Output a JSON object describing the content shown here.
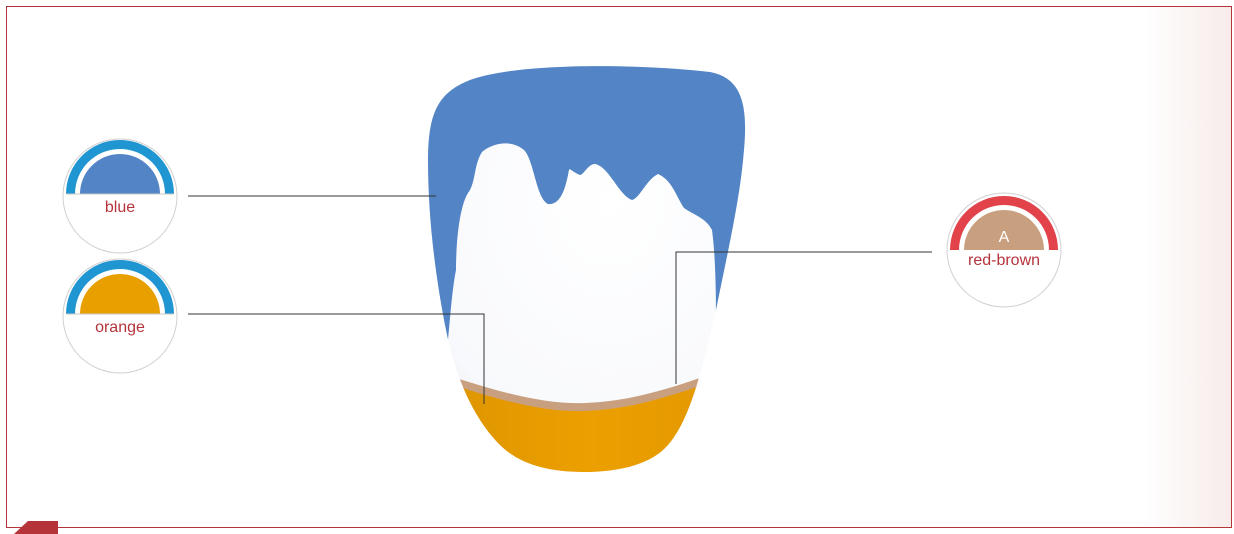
{
  "badges": {
    "blue": {
      "label": "blue",
      "ring_color": "#1f95d2",
      "fill_color": "#5284c6"
    },
    "orange": {
      "label": "orange",
      "ring_color": "#1f95d2",
      "fill_color": "#e89f00"
    },
    "red_brown": {
      "label": "red-brown",
      "letter": "A",
      "ring_color": "#e2434b",
      "fill_color": "#c9a07f"
    }
  },
  "colors": {
    "crown_blue": "#5284c6",
    "crown_white": "#ffffff",
    "cervical_orange": "#e89f00",
    "band_red_brown": "#c9a07f",
    "frame_red": "#b5343a",
    "leader_line": "#333333"
  }
}
